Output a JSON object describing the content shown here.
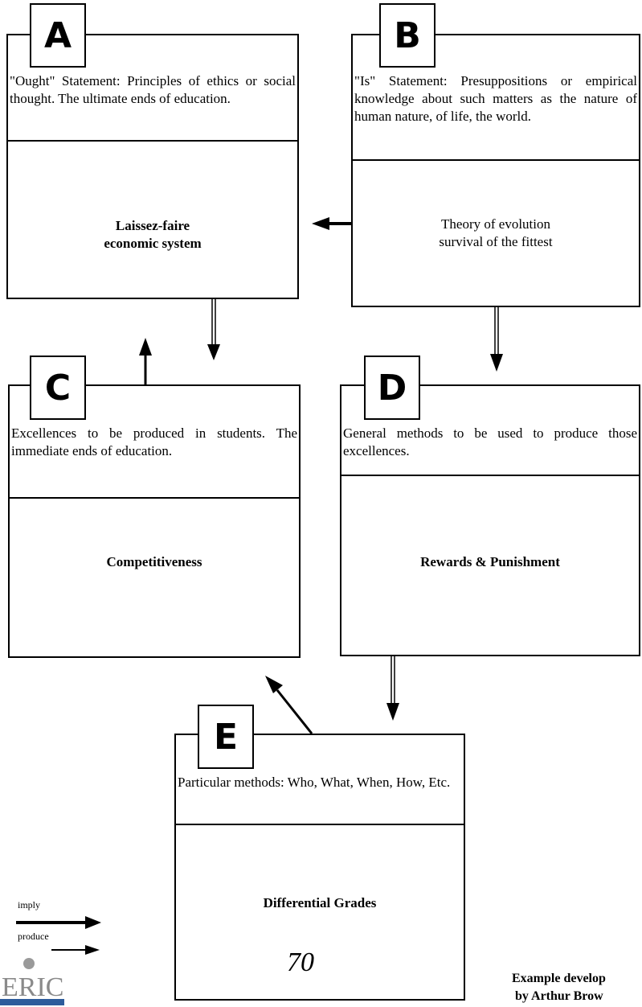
{
  "boxes": {
    "a": {
      "letter": "A",
      "description": "\"Ought\" Statement: Principles of ethics or social thought. The ultimate ends of education.",
      "content": "Laissez-faire\neconomic system"
    },
    "b": {
      "letter": "B",
      "description": "\"Is\" Statement: Presuppositions or empirical knowledge about such matters as the nature of human nature, of life, the world.",
      "content": "Theory of evolution\nsurvival of the fittest"
    },
    "c": {
      "letter": "C",
      "description": "Excellences to be produced in students. The immediate ends of education.",
      "content": "Competitiveness"
    },
    "d": {
      "letter": "D",
      "description": "General methods to be used to produce those excellences.",
      "content": "Rewards & Punishment"
    },
    "e": {
      "letter": "E",
      "description": "Particular methods: Who, What, When, How, Etc.",
      "content": "Differential Grades",
      "grade": "70"
    }
  },
  "legend": {
    "imply": "imply",
    "produce": "produce"
  },
  "credit": "Example develop\n by Arthur Brow",
  "logo_text": "ERIC"
}
